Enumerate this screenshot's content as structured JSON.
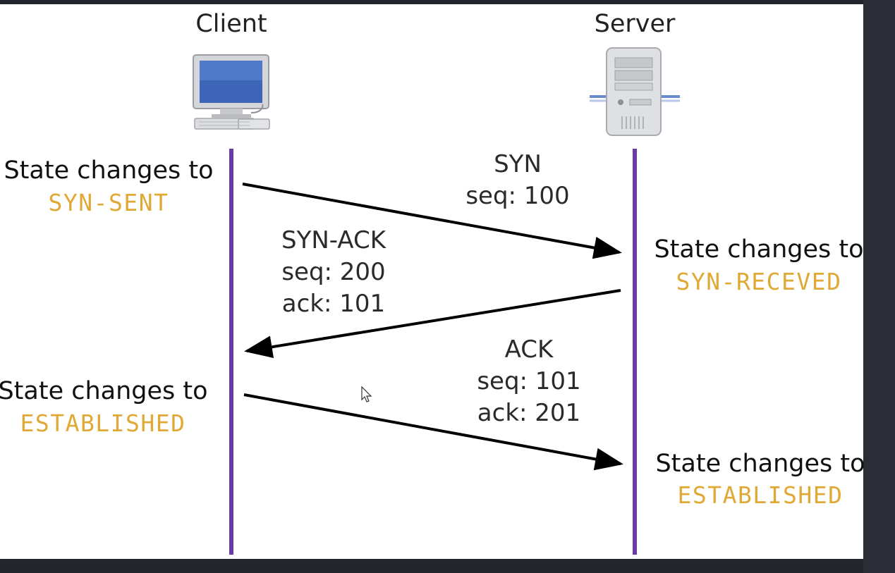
{
  "colors": {
    "background_dark": "#23252c",
    "slide": "#ffffff",
    "timeline": "#6a3aa8",
    "arrow": "#000000",
    "state_highlight": "#e0a834",
    "text": "#222222"
  },
  "client": {
    "title": "Client",
    "icon": "desktop-computer-icon"
  },
  "server": {
    "title": "Server",
    "icon": "server-tower-icon"
  },
  "client_states": [
    {
      "prefix": "State changes to",
      "state": "SYN-SENT"
    },
    {
      "prefix": "State changes to",
      "state": "ESTABLISHED"
    }
  ],
  "server_states": [
    {
      "prefix": "State changes to",
      "state": "SYN-RECEVED"
    },
    {
      "prefix": "State changes to",
      "state": "ESTABLISHED"
    }
  ],
  "messages": [
    {
      "name": "SYN",
      "seq": "seq: 100"
    },
    {
      "name": "SYN-ACK",
      "seq": "seq: 200",
      "ack": "ack: 101"
    },
    {
      "name": "ACK",
      "seq": "seq: 101",
      "ack": "ack: 201"
    }
  ],
  "cursor": "mouse-pointer-icon"
}
